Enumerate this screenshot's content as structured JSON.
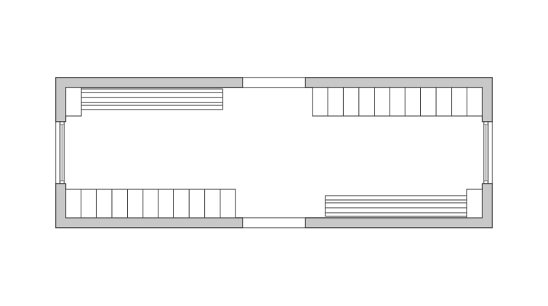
{
  "diagram": {
    "kind": "architectural-floor-plan",
    "colors": {
      "background": "#ffffff",
      "wall_fill": "#c8c8c8",
      "line": "#333333"
    },
    "elements": {
      "exterior_walls": 4,
      "door_openings": 2,
      "side_windows": 2,
      "storage_units_with_cubbies": 2,
      "cubbies_per_storage_unit": 11,
      "benches": 2
    }
  }
}
